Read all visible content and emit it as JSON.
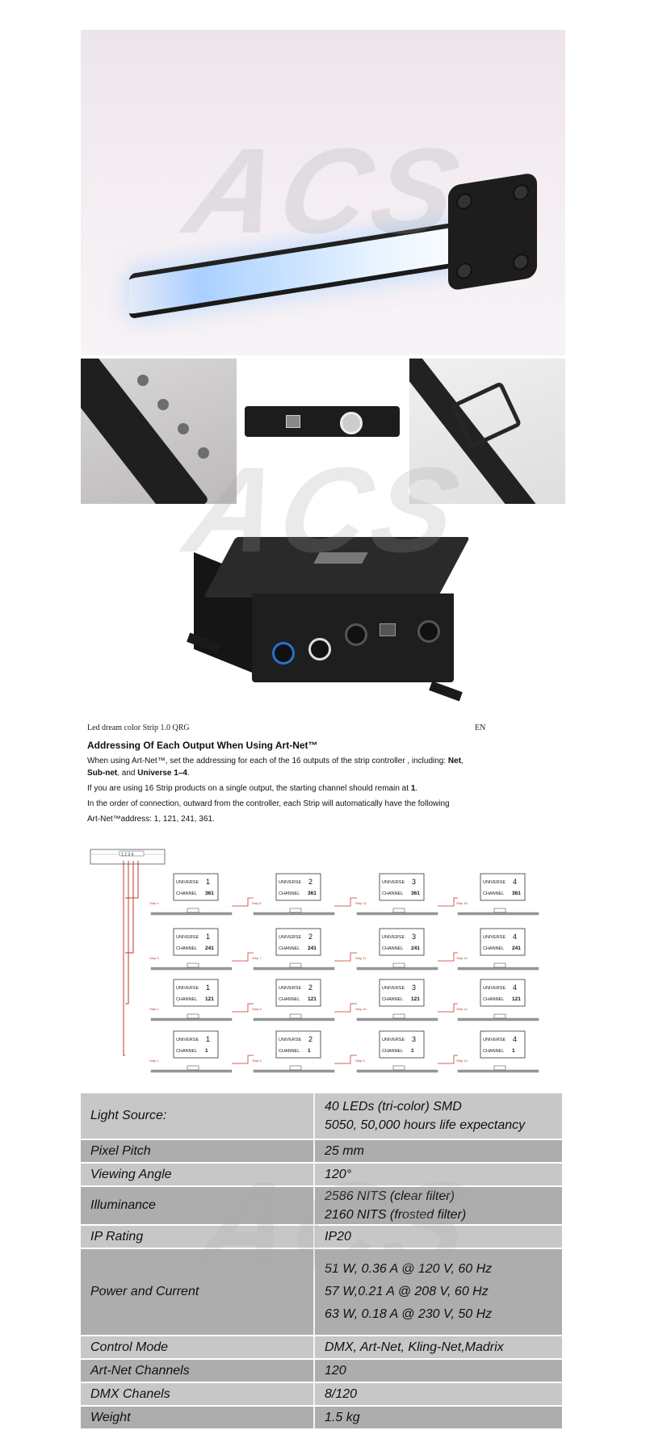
{
  "watermark": "ACS",
  "document": {
    "header_left": "Led dream color Strip 1.0 QRG",
    "header_right": "EN",
    "title": "Addressing Of Each Output When Using Art-Net™",
    "p1": {
      "a": "When using Art-Net™, set the addressing for each of the 16 outputs of the strip controller , including: ",
      "b": "Net",
      "c": ",",
      "d": "Sub-net",
      "e": ", and ",
      "f": "Universe 1–4",
      "g": "."
    },
    "p2": {
      "a": "If you are using 16 Strip    products on a single output, the starting channel should remain at ",
      "b": "1",
      "c": "."
    },
    "p3": "In the order of connection, outward from the controller, each Strip    will automatically have the following",
    "p4": "Art-Net™address: 1, 121, 241, 361."
  },
  "diagram": {
    "connector_numbers": "1 2 3 4",
    "universe_label": "UNIVERSE",
    "channel_label": "CHANNEL",
    "rows": [
      {
        "channel": "361",
        "strips": [
          "Strip 4",
          "Strip 8",
          "Strip 12",
          "Strip 16"
        ]
      },
      {
        "channel": "241",
        "strips": [
          "Strip 3",
          "Strip 7",
          "Strip 11",
          "Strip 15"
        ]
      },
      {
        "channel": "121",
        "strips": [
          "Strip 2",
          "Strip 6",
          "Strip 10",
          "Strip 14"
        ]
      },
      {
        "channel": "1",
        "strips": [
          "Strip 1",
          "Strip 5",
          "Strip 9",
          "Strip 13"
        ]
      }
    ],
    "universes": [
      "1",
      "2",
      "3",
      "4"
    ],
    "line_color": "#c0392b"
  },
  "specs": [
    {
      "key": "Light Source:",
      "values": [
        "40 LEDs (tri-color) SMD",
        "5050, 50,000 hours life expectancy"
      ],
      "height": 56
    },
    {
      "key": "Pixel Pitch",
      "values": [
        "25 mm"
      ],
      "height": 27
    },
    {
      "key": "Viewing Angle",
      "values": [
        "120°"
      ],
      "height": 27
    },
    {
      "key": "Illuminance",
      "values": [
        "2586 NITS (clear filter)",
        "2160 NITS (frosted filter)"
      ],
      "height": 46
    },
    {
      "key": "IP Rating",
      "values": [
        "IP20"
      ],
      "height": 27
    },
    {
      "key": "Power and Current",
      "values": [
        "51 W, 0.36 A @ 120 V, 60 Hz",
        "57 W,0.21 A @ 208 V, 60 Hz",
        "63 W, 0.18 A @ 230 V, 50 Hz"
      ],
      "height": 106
    },
    {
      "key": "Control Mode",
      "values": [
        "DMX, Art-Net, Kling-Net,Madrix"
      ],
      "height": 27
    },
    {
      "key": "Art-Net Channels",
      "values": [
        "120"
      ],
      "height": 27
    },
    {
      "key": "DMX Chanels",
      "values": [
        "8/120"
      ],
      "height": 27
    },
    {
      "key": "Weight",
      "values": [
        "1.5 kg"
      ],
      "height": 27
    }
  ]
}
